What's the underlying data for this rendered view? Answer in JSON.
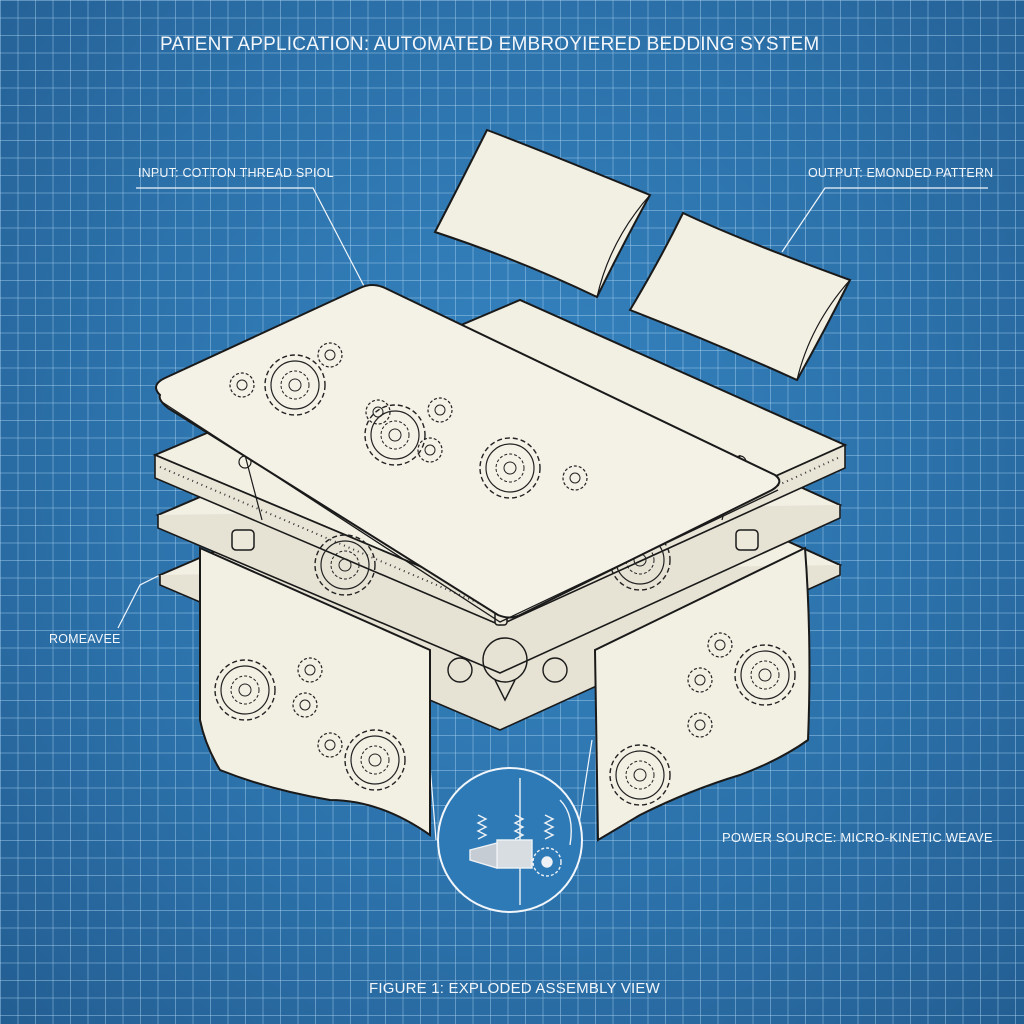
{
  "title": "PATENT APPLICATION: AUTOMATED EMBROYIERED BEDDING SYSTEM",
  "callouts": {
    "input": "INPUT: COTTON THREAD SPIOL",
    "output": "OUTPUT: EMONDED PATTERN",
    "left": "ROMEAVEE",
    "power": "POWER SOURCE: MICRO-KINETIC WEAVE"
  },
  "caption": "FIGURE 1: EXPLODED ASSEMBLY VIEW",
  "components": [
    {
      "name": "pillow-left",
      "description": "pillow"
    },
    {
      "name": "pillow-right",
      "description": "pillow"
    },
    {
      "name": "top-sheet",
      "description": "embroidered gear pattern sheet"
    },
    {
      "name": "middle-layer",
      "description": "perforated layer with mechanical linkages"
    },
    {
      "name": "base-layer",
      "description": "base platform"
    },
    {
      "name": "drape-left",
      "description": "embroidered drape with gears"
    },
    {
      "name": "drape-right",
      "description": "embroidered drape with gears"
    },
    {
      "name": "detail-inset",
      "description": "circular mechanism detail view"
    }
  ],
  "colors": {
    "blueprint_bg": "#2c72ab",
    "grid_line": "#aad2f0",
    "fabric": "#f2efe3",
    "ink": "#1a1a1a",
    "label_text": "#f2f6fa"
  }
}
